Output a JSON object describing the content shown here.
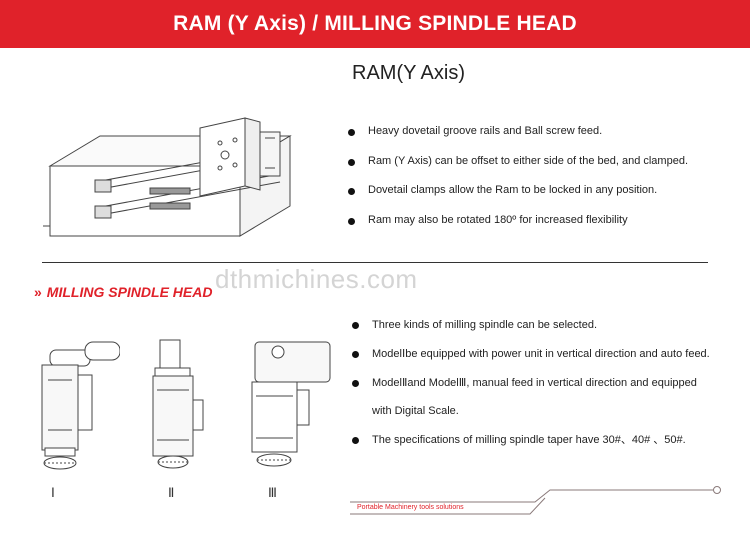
{
  "banner": {
    "title": "RAM (Y Axis) / MILLING SPINDLE HEAD"
  },
  "ram": {
    "title": "RAM(Y Axis)",
    "bullets": [
      "Heavy dovetail groove rails and Ball screw feed.",
      "Ram (Y Axis) can be offset to either side of the bed, and clamped.",
      "Dovetail clamps allow the Ram to be locked in any position.",
      "Ram may also be rotated 180º for increased flexibility"
    ]
  },
  "watermark": "dthmichines.com",
  "spindle": {
    "heading": "MILLING SPINDLE HEAD",
    "chevron": "»",
    "bullets": [
      "Three kinds of milling spindle can be selected.",
      "ModelⅠbe equipped with power unit in vertical direction and auto feed.",
      "ModelⅡand ModelⅢ, manual feed in vertical direction and equipped",
      "with Digital Scale.",
      "The specifications of milling spindle taper have 30#、40# 、50#."
    ],
    "model_labels": [
      "Ⅰ",
      "Ⅱ",
      "Ⅲ"
    ]
  },
  "footer": {
    "text": "Portable Machinery tools solutions"
  },
  "colors": {
    "accent": "#e0222a",
    "text": "#222222",
    "watermark": "#d4d4d4"
  }
}
